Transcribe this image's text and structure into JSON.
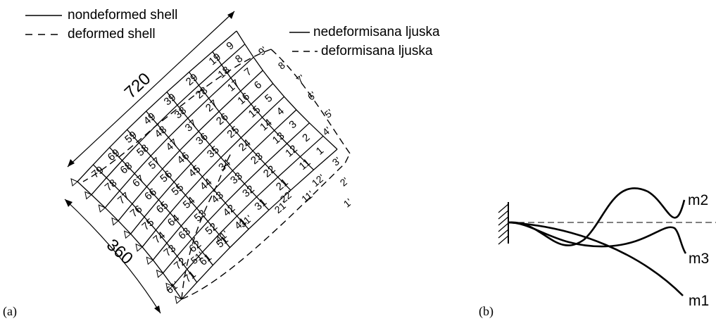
{
  "panel_a": {
    "label": "(a)",
    "legend_en": {
      "solid": "nondeformed shell",
      "dashed": "deformed shell"
    },
    "legend_sr": {
      "solid": "nedeformisana ljuska",
      "dashed": "deformisana ljuska"
    },
    "dim_length": "720",
    "dim_width": "360",
    "node_rows": [
      [
        "1",
        "2",
        "3",
        "4",
        "5",
        "6",
        "7",
        "8",
        "9"
      ],
      [
        "11",
        "12",
        "13",
        "14",
        "15",
        "16",
        "17",
        "18",
        "19"
      ],
      [
        "21",
        "22",
        "23",
        "24",
        "25",
        "26",
        "27",
        "28",
        "29"
      ],
      [
        "31",
        "32",
        "33",
        "34",
        "35",
        "36",
        "37",
        "38",
        "39"
      ],
      [
        "41",
        "42",
        "43",
        "44",
        "45",
        "46",
        "47",
        "48",
        "49"
      ],
      [
        "51",
        "52",
        "53",
        "54",
        "55",
        "56",
        "57",
        "58",
        "59"
      ],
      [
        "61",
        "62",
        "63",
        "64",
        "65",
        "66",
        "67",
        "68",
        "69"
      ],
      [
        "71",
        "72",
        "73",
        "74",
        "75",
        "76",
        "77",
        "78",
        "79"
      ]
    ],
    "deformed_labels": [
      "4'",
      "5'",
      "6'",
      "7'",
      "8'",
      "9'",
      "3'",
      "2'",
      "1'",
      "12'",
      "11'",
      "22'",
      "21'",
      "31'",
      "41'",
      "51'",
      "61'"
    ]
  },
  "panel_b": {
    "label": "(b)",
    "modes": [
      "m1",
      "m2",
      "m3"
    ]
  }
}
